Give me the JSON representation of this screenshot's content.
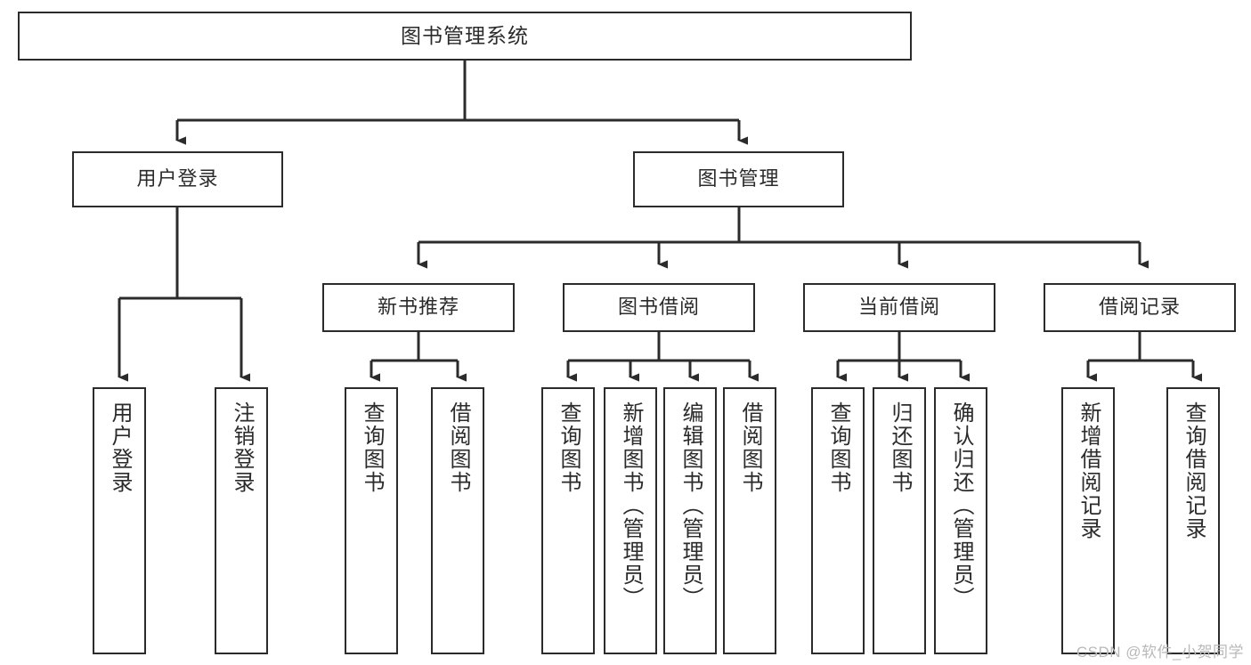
{
  "diagram": {
    "title": "图书管理系统",
    "type": "tree-hierarchy",
    "orientation": "top-down",
    "levels": 4,
    "root": {
      "id": "root",
      "label": "图书管理系统"
    },
    "level2": [
      {
        "id": "user-login",
        "label": "用户登录"
      },
      {
        "id": "book-manage",
        "label": "图书管理"
      }
    ],
    "level3": [
      {
        "id": "new-book-recommend",
        "label": "新书推荐",
        "parent": "book-manage"
      },
      {
        "id": "book-borrow",
        "label": "图书借阅",
        "parent": "book-manage"
      },
      {
        "id": "current-borrow",
        "label": "当前借阅",
        "parent": "book-manage"
      },
      {
        "id": "borrow-record",
        "label": "借阅记录",
        "parent": "book-manage"
      }
    ],
    "leaves": [
      {
        "id": "leaf-user-login",
        "label": "用户登录",
        "parent": "user-login"
      },
      {
        "id": "leaf-logout",
        "label": "注销登录",
        "parent": "user-login"
      },
      {
        "id": "leaf-query-book-1",
        "label": "查询图书",
        "parent": "new-book-recommend"
      },
      {
        "id": "leaf-borrow-book-1",
        "label": "借阅图书",
        "parent": "new-book-recommend"
      },
      {
        "id": "leaf-query-book-2",
        "label": "查询图书",
        "parent": "book-borrow"
      },
      {
        "id": "leaf-add-book",
        "label": "新增图书（管理员）",
        "parent": "book-borrow"
      },
      {
        "id": "leaf-edit-book",
        "label": "编辑图书（管理员）",
        "parent": "book-borrow"
      },
      {
        "id": "leaf-borrow-book-2",
        "label": "借阅图书",
        "parent": "book-borrow"
      },
      {
        "id": "leaf-query-book-3",
        "label": "查询图书",
        "parent": "current-borrow"
      },
      {
        "id": "leaf-return-book",
        "label": "归还图书",
        "parent": "current-borrow"
      },
      {
        "id": "leaf-confirm-return",
        "label": "确认归还（管理员）",
        "parent": "current-borrow"
      },
      {
        "id": "leaf-add-record",
        "label": "新增借阅记录",
        "parent": "borrow-record"
      },
      {
        "id": "leaf-query-record",
        "label": "查询借阅记录",
        "parent": "borrow-record"
      }
    ]
  },
  "watermark": {
    "text": "CSDN @软件_小贺同学"
  },
  "colors": {
    "stroke": "#2b2b2b",
    "fill": "#ffffff",
    "text": "#2b2b2b",
    "watermark": "#b9b9b9"
  }
}
